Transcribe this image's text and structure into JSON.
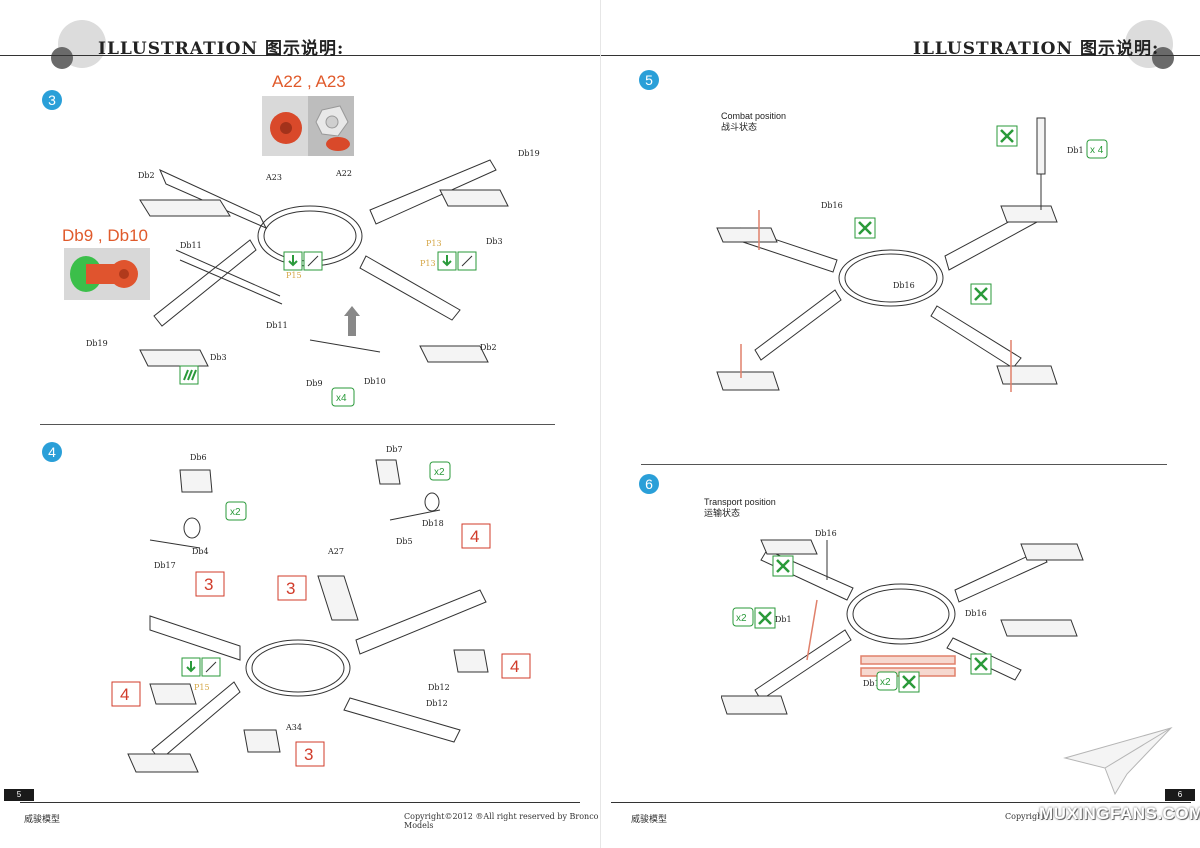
{
  "header": {
    "title": "ILLUSTRATION 图示说明:"
  },
  "left": {
    "step3": {
      "number": "3",
      "callouts": [
        "A22 , A23",
        "Db9 , Db10"
      ],
      "labels": {
        "db2": "Db2",
        "a23": "A23",
        "a22": "A22",
        "db19": "Db19",
        "db11": "Db11",
        "db3": "Db3",
        "p13": "P13",
        "p15": "P15",
        "db9": "Db9",
        "db10": "Db10"
      },
      "qty": "x4"
    },
    "step4": {
      "number": "4",
      "labels": {
        "db6": "Db6",
        "db7": "Db7",
        "db17": "Db17",
        "db4": "Db4",
        "db18": "Db18",
        "db5": "Db5",
        "a27": "A27",
        "p15": "P15",
        "db12": "Db12",
        "a34": "A34"
      },
      "qty": "x2",
      "refs": [
        "3",
        "4"
      ]
    },
    "footer": {
      "brand": "威骏模型",
      "copyright": "Copyright©2012  ®All right reserved by Bronco Models",
      "page": "5"
    }
  },
  "right": {
    "step5": {
      "number": "5",
      "caption_en": "Combat position",
      "caption_cn": "战斗状态",
      "labels": {
        "db1": "Db1",
        "db16": "Db16"
      },
      "qty": "x 4"
    },
    "step6": {
      "number": "6",
      "caption_en": "Transport position",
      "caption_cn": "运输状态",
      "labels": {
        "db16": "Db16",
        "db1": "Db1"
      },
      "qty": "x2"
    },
    "footer": {
      "brand": "威骏模型",
      "copyright": "Copyright",
      "page": "6"
    },
    "watermark": "MUXINGFANS.COM"
  }
}
